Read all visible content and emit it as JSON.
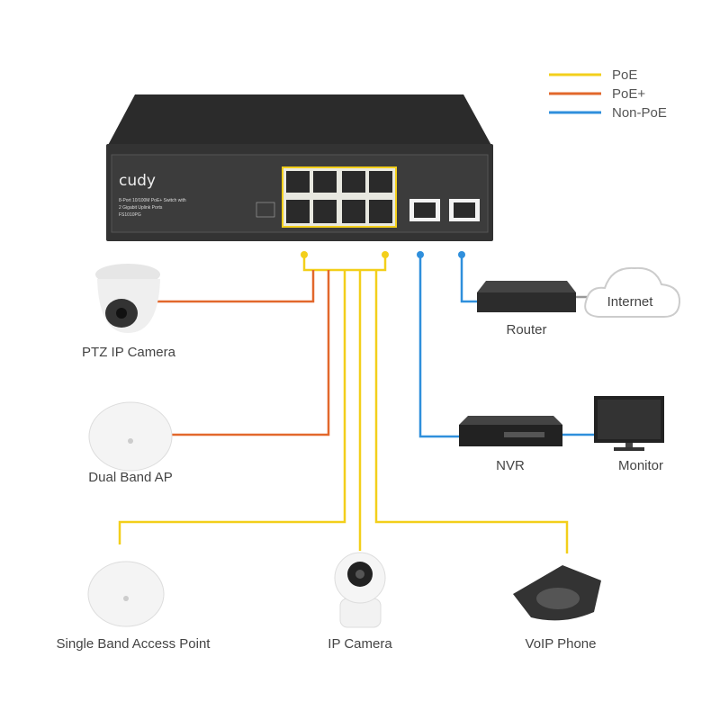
{
  "legend": [
    {
      "label": "PoE",
      "color": "#f3cf1b"
    },
    {
      "label": "PoE+",
      "color": "#e2682c"
    },
    {
      "label": "Non-PoE",
      "color": "#2f8fdc"
    }
  ],
  "switch": {
    "brand": "cudy",
    "description_line1": "8-Port 10/100M PoE+ Switch with",
    "description_line2": "2 Gigabit Uplink Ports",
    "model": "FS1010PG"
  },
  "devices": {
    "ptz_camera": "PTZ IP Camera",
    "dual_band_ap": "Dual Band AP",
    "single_band_ap": "Single Band Access Point",
    "ip_camera": "IP Camera",
    "voip_phone": "VoIP Phone",
    "router": "Router",
    "internet": "Internet",
    "nvr": "NVR",
    "monitor": "Monitor"
  }
}
